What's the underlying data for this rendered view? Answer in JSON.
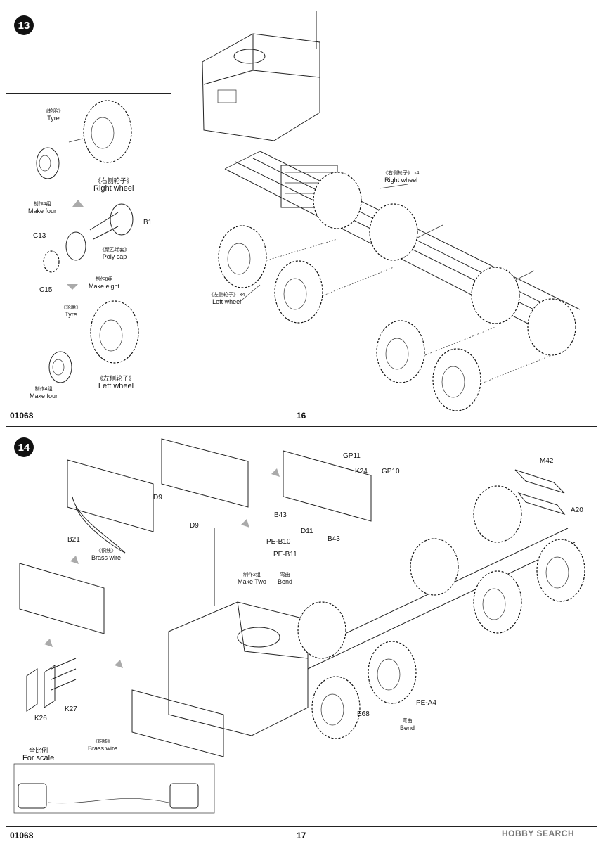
{
  "top_panel": {
    "step": "13",
    "inset": {
      "tyre_zh": "《轮胎》",
      "tyre_en": "Tyre",
      "right_wheel_zh": "《右侧轮子》",
      "right_wheel_en": "Right wheel",
      "make_four_zh": "制作4组",
      "make_four_en": "Make four",
      "part_b1": "B1",
      "part_c13": "C13",
      "part_c15": "C15",
      "poly_cap_zh": "《聚乙烯套》",
      "poly_cap_en": "Poly cap",
      "make_eight_zh": "制作8组",
      "make_eight_en": "Make eight",
      "tyre2_zh": "《轮胎》",
      "tyre2_en": "Tyre",
      "left_wheel_zh": "《左侧轮子》",
      "left_wheel_en": "Left wheel",
      "make_four2_zh": "制作4组",
      "make_four2_en": "Make four"
    },
    "right_wheel_callout_zh": "《右侧轮子》",
    "right_wheel_callout_x": "x4",
    "right_wheel_callout_en": "Right wheel",
    "left_wheel_callout_zh": "《左侧轮子》",
    "left_wheel_callout_x": "x4",
    "left_wheel_callout_en": "Left wheel",
    "product_code": "01068",
    "page_number": "16"
  },
  "bottom_panel": {
    "step": "14",
    "parts": {
      "gp11": "GP11",
      "k24": "K24",
      "gp10": "GP10",
      "m42": "M42",
      "a20": "A20",
      "d9a": "D9",
      "d9b": "D9",
      "b43a": "B43",
      "d11": "D11",
      "b43b": "B43",
      "b21": "B21",
      "pe_b10": "PE-B10",
      "pe_b11": "PE-B11",
      "pe_a4": "PE-A4",
      "e68": "E68",
      "k27": "K27",
      "k26": "K26"
    },
    "brass_wire_zh": "《铜线》",
    "brass_wire_en": "Brass wire",
    "make_two_zh": "制作2组",
    "make_two_en": "Make Two",
    "bend_zh": "弯曲",
    "bend_en": "Bend",
    "bend2_zh": "弯曲",
    "bend2_en": "Bend",
    "scale_zh": "全比例",
    "scale_en": "For scale",
    "brass_wire2_zh": "《铜线》",
    "brass_wire2_en": "Brass wire",
    "product_code": "01068",
    "page_number": "17"
  },
  "watermark": "HOBBY SEARCH"
}
